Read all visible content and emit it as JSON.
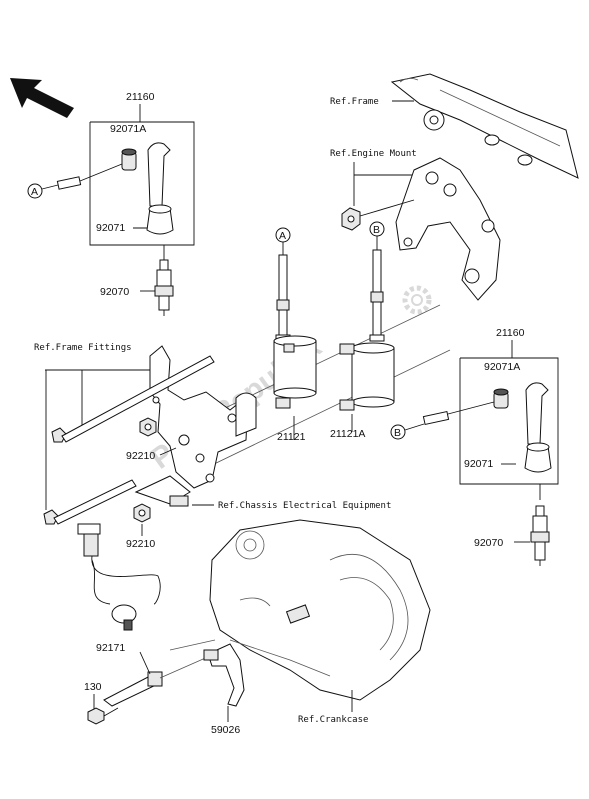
{
  "labels": {
    "kit_left": "21160",
    "cap_a_left": "92071A",
    "cap_left": "92071",
    "plug_left": "92070",
    "ref_frame": "Ref.Frame",
    "ref_engine_mount": "Ref.Engine Mount",
    "ref_frame_fittings": "Ref.Frame Fittings",
    "kit_right": "21160",
    "cap_a_right": "92071A",
    "cap_right": "92071",
    "plug_right": "92070",
    "nut_upper": "92210",
    "nut_lower": "92210",
    "coil_left": "21121",
    "coil_right": "21121A",
    "ref_chassis_electrical": "Ref.Chassis Electrical Equipment",
    "sensor": "92171",
    "bolt": "130",
    "bracket": "59026",
    "ref_crankcase": "Ref.Crankcase"
  },
  "callouts": {
    "a_left": "A",
    "a_coil": "A",
    "b_coil": "B",
    "b_right": "B"
  },
  "icons": {
    "direction": "front-arrow-icon",
    "watermark": "parts-watermark-gear-icon"
  },
  "watermark_text": "PartsRepublik",
  "colors": {
    "line": "#111111",
    "watermark": "#c8c8c8"
  }
}
